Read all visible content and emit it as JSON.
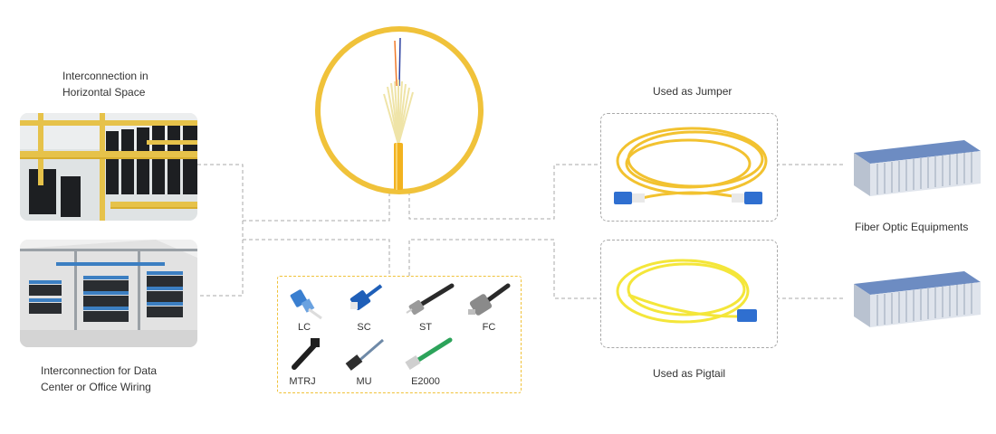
{
  "labels": {
    "horizontal_line1": "Interconnection in",
    "horizontal_line2": "Horizontal Space",
    "datacenter_line1": "Interconnection for Data",
    "datacenter_line2": "Center or Office Wiring",
    "jumper": "Used as Jumper",
    "pigtail": "Used as Pigtail",
    "equipment": "Fiber Optic Equipments"
  },
  "connectors": [
    {
      "name": "LC",
      "icon": "lc-connector-icon",
      "color": "#3a7fd0"
    },
    {
      "name": "SC",
      "icon": "sc-connector-icon",
      "color": "#1f5fb8"
    },
    {
      "name": "ST",
      "icon": "st-connector-icon",
      "color": "#2a2a2a"
    },
    {
      "name": "FC",
      "icon": "fc-connector-icon",
      "color": "#8a8a8a"
    },
    {
      "name": "MTRJ",
      "icon": "mtrj-connector-icon",
      "color": "#1f1f1f"
    },
    {
      "name": "MU",
      "icon": "mu-connector-icon",
      "color": "#2e2e2e"
    },
    {
      "name": "E2000",
      "icon": "e2000-connector-icon",
      "color": "#2ca35a"
    }
  ],
  "colors": {
    "accent_yellow": "#f0c23a",
    "dashed_line": "#a9a9a9",
    "rack_blue": "#5d7fb6"
  }
}
